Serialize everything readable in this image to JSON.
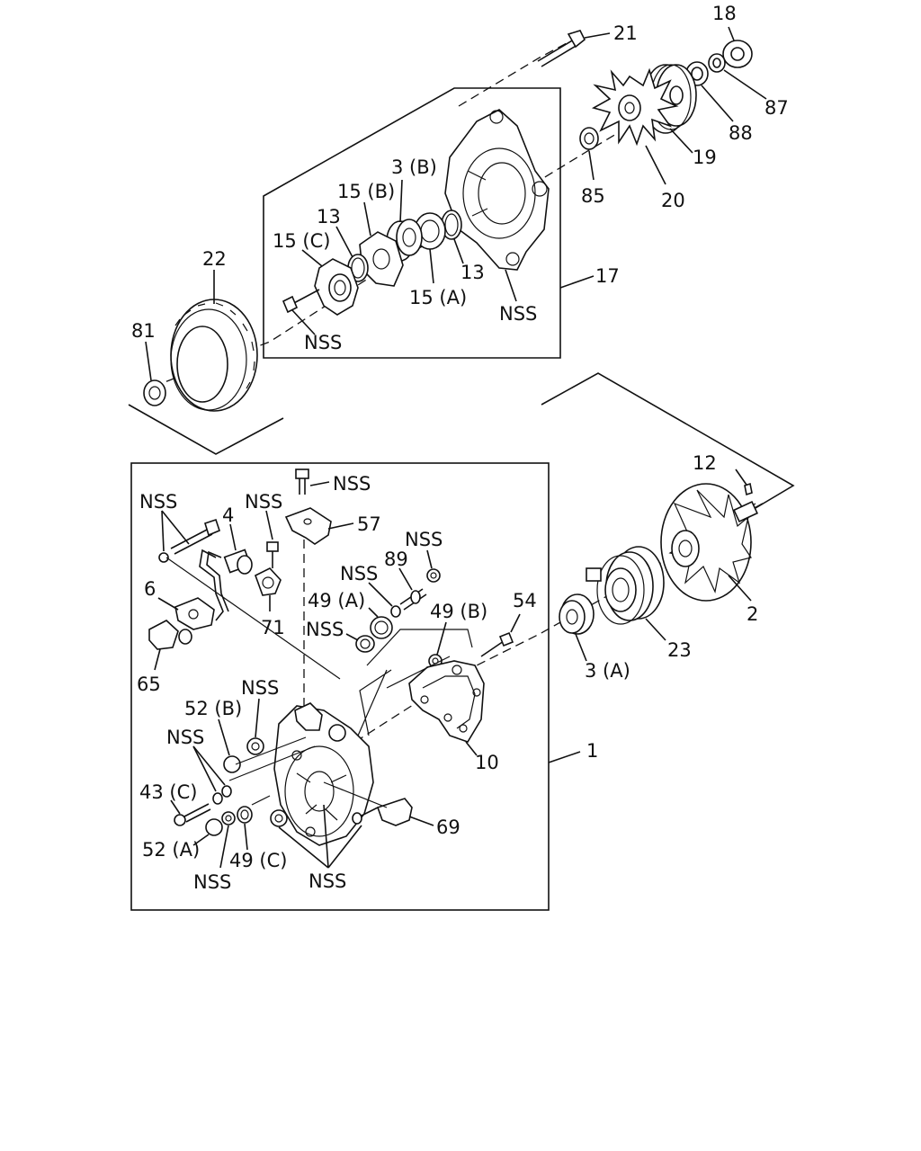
{
  "labels": {
    "p21": "21",
    "p18": "18",
    "p87": "87",
    "p88": "88",
    "p19": "19",
    "p85": "85",
    "p20": "20",
    "p3b": "3 (B)",
    "p15b": "15 (B)",
    "p13a": "13",
    "p15c": "15 (C)",
    "p22": "22",
    "p13b": "13",
    "p15a": "15 (A)",
    "p17": "17",
    "nss_bracket": "NSS",
    "nss_bolt": "NSS",
    "p81": "81",
    "p12": "12",
    "p2": "2",
    "p23": "23",
    "p3a": "3 (A)",
    "p54": "54",
    "nss_top": "NSS",
    "p57": "57",
    "nss_left": "NSS",
    "p4": "4",
    "nss_ctrbolt": "NSS",
    "nss_89": "NSS",
    "p89": "89",
    "nss_small": "NSS",
    "p6": "6",
    "p71": "71",
    "p49a": "49 (A)",
    "nss_49a": "NSS",
    "p49b": "49 (B)",
    "p65": "65",
    "p52b": "52 (B)",
    "nss_52b": "NSS",
    "nss_43": "NSS",
    "p10": "10",
    "p1": "1",
    "p43c": "43 (C)",
    "p52a": "52 (A)",
    "p49c": "49 (C)",
    "nss_bottom_l": "NSS",
    "nss_bottom": "NSS",
    "p69": "69"
  }
}
